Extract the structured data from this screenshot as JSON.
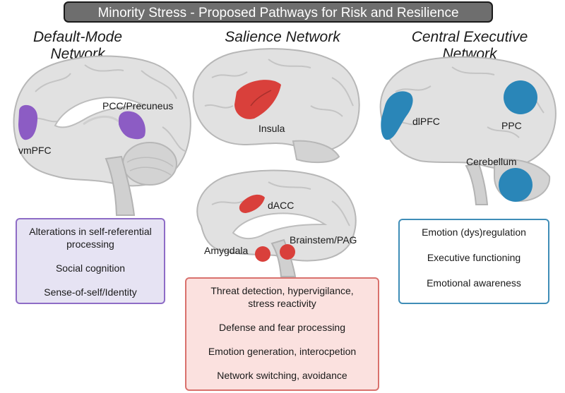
{
  "title": "Minority Stress - Proposed Pathways for Risk and Resilience",
  "networks": [
    {
      "heading": "Default-Mode\nNetwork",
      "heading_line1": "Default-Mode",
      "heading_line2": "Network",
      "color": "#8c5cc4",
      "regions": [
        "PCC/Precuneus",
        "vmPFC"
      ],
      "functions": [
        "Alterations in self-referential processing",
        "Social cognition",
        "Sense-of-self/Identity"
      ]
    },
    {
      "heading": "Salience Network",
      "color": "#d9403b",
      "regions": [
        "Insula",
        "dACC",
        "Brainstem/PAG",
        "Amygdala"
      ],
      "functions": [
        "Threat detection, hypervigilance, stress reactivity",
        "Defense and fear processing",
        "Emotion generation, interocpetion",
        "Network switching, avoidance"
      ]
    },
    {
      "heading_line1": "Central Executive",
      "heading_line2": "Network",
      "color": "#2a86b8",
      "regions": [
        "dlPFC",
        "PPC",
        "Cerebellum"
      ],
      "functions": [
        "Emotion (dys)regulation",
        "Executive functioning",
        "Emotional awareness"
      ]
    }
  ]
}
